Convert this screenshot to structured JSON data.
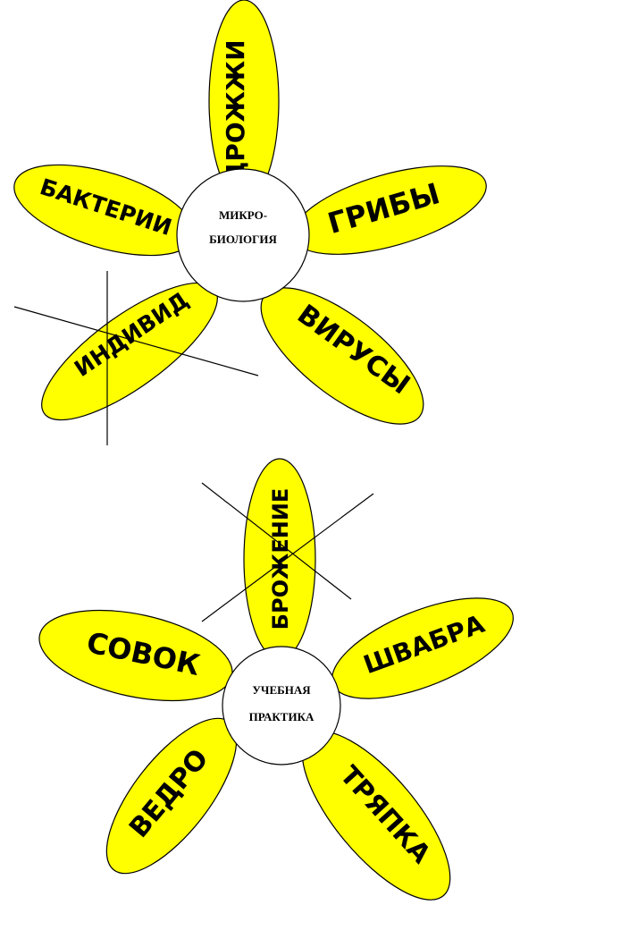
{
  "flower_top": {
    "center": {
      "line1": "МИКРО-",
      "line2": "БИОЛОГИЯ"
    },
    "petals": [
      "ДРОЖЖИ",
      "ГРИБЫ",
      "ВИРУСЫ",
      "ИНДИВИД",
      "БАКТЕРИИ"
    ]
  },
  "flower_bottom": {
    "center": {
      "line1": "УЧЕБНАЯ",
      "line2": "ПРАКТИКА"
    },
    "petals": [
      "БРОЖЕНИЕ",
      "ШВАБРА",
      "ТРЯПКА",
      "ВЕДРО",
      "СОВОК"
    ]
  },
  "colors": {
    "petal": "#ffff00",
    "center": "#ffffff",
    "outline": "#000000"
  }
}
